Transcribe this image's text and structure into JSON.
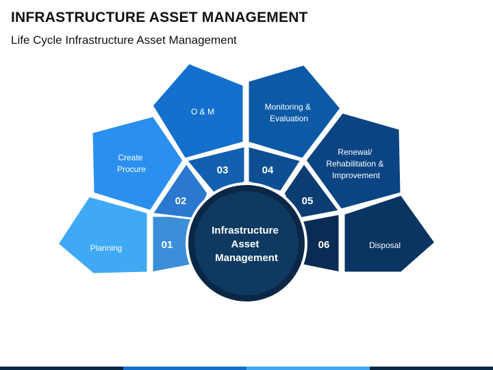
{
  "header": {
    "title": "INFRASTRUCTURE ASSET MANAGEMENT",
    "subtitle": "Life Cycle Infrastructure Asset Management"
  },
  "center": {
    "lines": [
      "Infrastructure",
      "Asset",
      "Management"
    ],
    "color": "#0e3a62",
    "ring_color": "#0a2746"
  },
  "stages": [
    {
      "number": "01",
      "label_lines": [
        "Planning"
      ],
      "color": "#3fa9f5",
      "segment_color": "#3a8fd8"
    },
    {
      "number": "02",
      "label_lines": [
        "Create",
        "Procure"
      ],
      "color": "#2b8fef",
      "segment_color": "#2a78d0"
    },
    {
      "number": "03",
      "label_lines": [
        "O & M"
      ],
      "color": "#1470cc",
      "segment_color": "#1460b0"
    },
    {
      "number": "04",
      "label_lines": [
        "Monitoring &",
        "Evaluation"
      ],
      "color": "#0c5aa6",
      "segment_color": "#0d4f92"
    },
    {
      "number": "05",
      "label_lines": [
        "Renewal/",
        "Rehabilitation &",
        "Improvement"
      ],
      "color": "#0b4482",
      "segment_color": "#0b3d73"
    },
    {
      "number": "06",
      "label_lines": [
        "Disposal"
      ],
      "color": "#0a3563",
      "segment_color": "#082c54"
    }
  ],
  "bottom_bar_colors": [
    "#0a2746",
    "#1470cc",
    "#3fa9f5",
    "#0a2746"
  ]
}
